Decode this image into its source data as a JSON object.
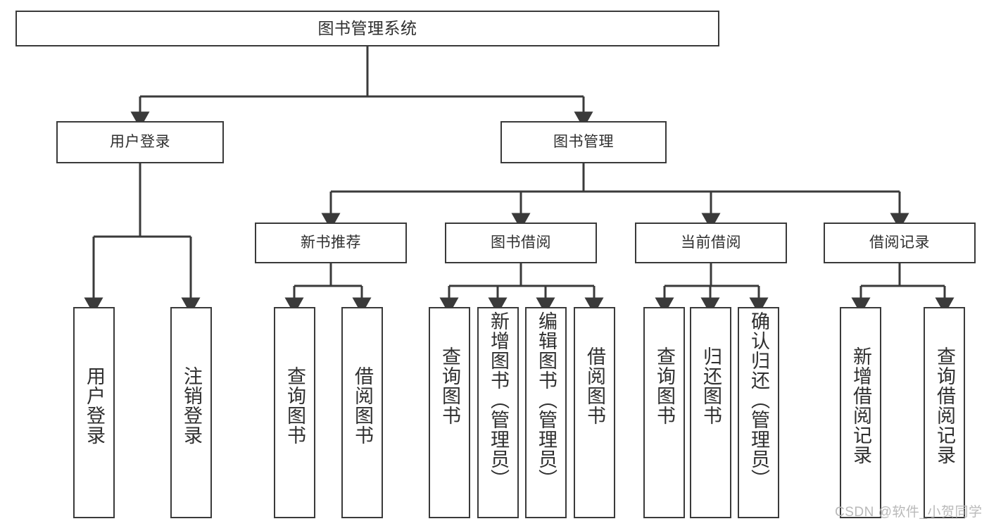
{
  "diagram": {
    "type": "tree-hierarchy-chart",
    "root": {
      "label": "图书管理系统"
    },
    "level1": [
      {
        "label": "用户登录"
      },
      {
        "label": "图书管理"
      }
    ],
    "level2": [
      {
        "label": "新书推荐"
      },
      {
        "label": "图书借阅"
      },
      {
        "label": "当前借阅"
      },
      {
        "label": "借阅记录"
      }
    ],
    "leaves": {
      "user_login": [
        {
          "label": "用户登录"
        },
        {
          "label": "注销登录"
        }
      ],
      "new_book_recommend": [
        {
          "label": "查询图书"
        },
        {
          "label": "借阅图书"
        }
      ],
      "book_borrow": [
        {
          "label": "查询图书"
        },
        {
          "label": "新增图书（管理员）"
        },
        {
          "label": "编辑图书（管理员）"
        },
        {
          "label": "借阅图书"
        }
      ],
      "current_borrow": [
        {
          "label": "查询图书"
        },
        {
          "label": "归还图书"
        },
        {
          "label": "确认归还（管理员）"
        }
      ],
      "borrow_record": [
        {
          "label": "新增借阅记录"
        },
        {
          "label": "查询借阅记录"
        }
      ]
    }
  },
  "watermark": {
    "text": "CSDN @软件_小贺同学"
  },
  "colors": {
    "border": "#3a3a3a",
    "text": "#2f2f2f",
    "background": "#ffffff",
    "watermark": "#b9b9b9"
  }
}
